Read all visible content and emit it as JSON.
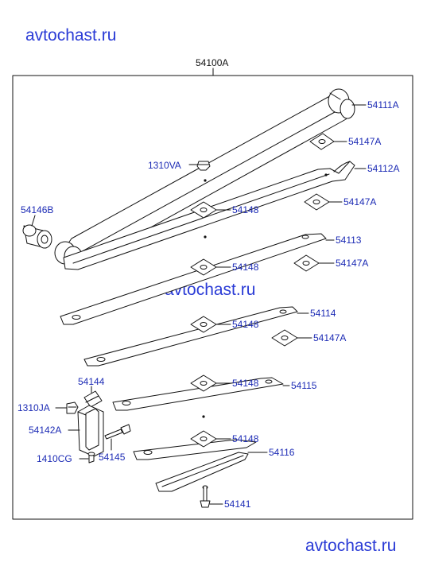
{
  "watermarks": {
    "top": "avtochast.ru",
    "middle": "avtochast.ru",
    "bottom": "avtochast.ru"
  },
  "assembly_label": "54100A",
  "parts": {
    "p54111A": "54111A",
    "p54147A_1": "54147A",
    "p1310VA": "1310VA",
    "p54112A": "54112A",
    "p54146B": "54146B",
    "p54148_1": "54148",
    "p54147A_2": "54147A",
    "p54113": "54113",
    "p54148_2": "54148",
    "p54147A_3": "54147A",
    "p54148_3": "54148",
    "p54114": "54114",
    "p54147A_4": "54147A",
    "p54144": "54144",
    "p54148_4": "54148",
    "p54115": "54115",
    "p1310JA": "1310JA",
    "p54142A": "54142A",
    "p54145": "54145",
    "p54148_5": "54148",
    "p54116": "54116",
    "p1410CG": "1410CG",
    "p54141": "54141"
  },
  "colors": {
    "watermark": "#2a3bd6",
    "label_blue": "#1c2bb5",
    "line": "#111111"
  }
}
